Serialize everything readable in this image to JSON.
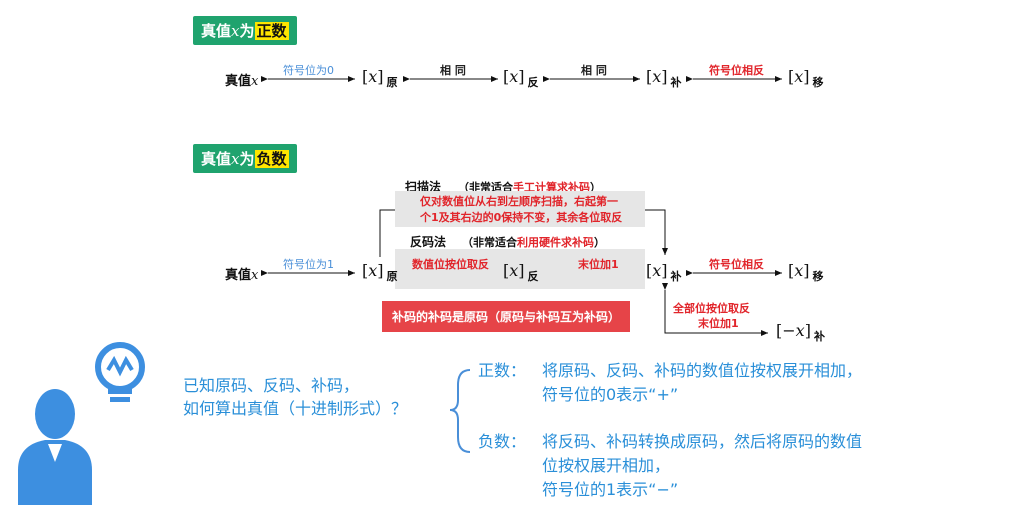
{
  "positive": {
    "badge_prefix": "真值",
    "badge_var": "x",
    "badge_mid": "为",
    "badge_hl": "正数",
    "true_label": "真值",
    "true_var": "x",
    "arrow1": "符号位为0",
    "arrow2": "相 同",
    "arrow3": "相 同",
    "arrow4": "符号位相反",
    "c_orig": "原",
    "c_inv": "反",
    "c_comp": "补",
    "c_shift": "移",
    "x": "x"
  },
  "negative": {
    "badge_prefix": "真值",
    "badge_var": "x",
    "badge_mid": "为",
    "badge_hl": "负数",
    "true_label": "真值",
    "true_var": "x",
    "arrow1": "符号位为1",
    "scan_title": "扫描法",
    "scan_note_pre": "（非常适合",
    "scan_note_hl": "手工计算求补码",
    "scan_note_post": "）",
    "scan_desc1": "仅对数值位从右到左顺序扫描，右起第一",
    "scan_desc2": "个1及其右边的0保持不变，其余各位取反",
    "inv_title": "反码法",
    "inv_note_pre": "（非常适合",
    "inv_note_hl": "利用硬件求补码",
    "inv_note_post": "）",
    "inv_step1": "数值位按位取反",
    "inv_step2": "末位加1",
    "arrow_shift": "符号位相反",
    "neg_line1": "全部位按位取反",
    "neg_line2": "末位加1",
    "neg_code": "−x",
    "c_orig": "原",
    "c_inv": "反",
    "c_comp": "补",
    "c_shift": "移",
    "x": "x",
    "redbox": "补码的补码是原码（原码与补码互为补码）"
  },
  "question": {
    "line1": "已知原码、反码、补码，",
    "line2": "如何算出真值（十进制形式）？",
    "pos_label": "正数：",
    "pos_line1": "将原码、反码、补码的数值位按权展开相加，",
    "pos_line2": "符号位的0表示“+”",
    "neg_label": "负数：",
    "neg_line1": "将反码、补码转换成原码，然后将原码的数值",
    "neg_line2": "位按权展开相加，",
    "neg_line3": "符号位的1表示“−”"
  },
  "colors": {
    "badge": "#1fa36e",
    "highlight": "#ffe600",
    "blue": "#4a8fd8",
    "red": "#e1252b",
    "redbox": "#e64448",
    "person": "#3d8fe0"
  },
  "icons": [
    "person-icon",
    "lightbulb-icon",
    "brace-icon"
  ]
}
